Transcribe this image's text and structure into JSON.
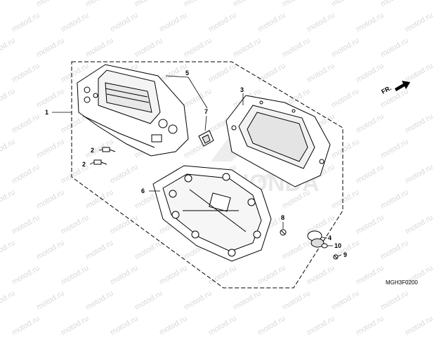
{
  "watermark": {
    "text": "motod.ru"
  },
  "diagram": {
    "code": "MGH3F0200",
    "direction_label": "FR.",
    "brand_mark": "HONDA",
    "callouts": [
      {
        "id": "c1",
        "label": "1"
      },
      {
        "id": "c2a",
        "label": "2"
      },
      {
        "id": "c2b",
        "label": "2"
      },
      {
        "id": "c3",
        "label": "3"
      },
      {
        "id": "c4",
        "label": "4"
      },
      {
        "id": "c5",
        "label": "5"
      },
      {
        "id": "c6",
        "label": "6"
      },
      {
        "id": "c7",
        "label": "7"
      },
      {
        "id": "c8",
        "label": "8"
      },
      {
        "id": "c9",
        "label": "9"
      },
      {
        "id": "c10",
        "label": "10"
      }
    ]
  }
}
